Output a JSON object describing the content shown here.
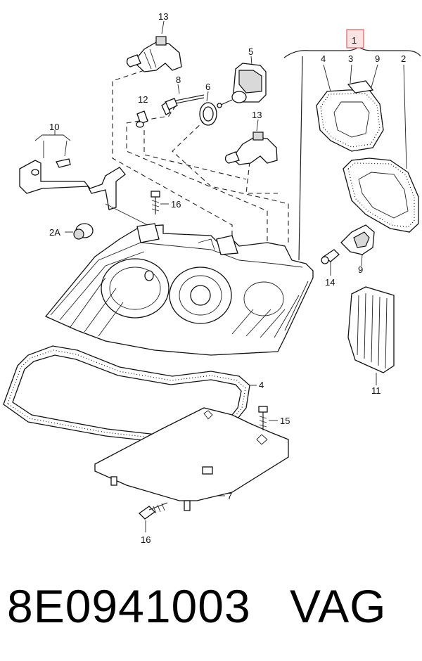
{
  "diagram": {
    "callouts": {
      "c1": "1",
      "c2": "2",
      "c2a": "2A",
      "c3": "3",
      "c4_top": "4",
      "c4": "4",
      "c5": "5",
      "c6": "6",
      "c7": "7",
      "c8": "8",
      "c9_top": "9",
      "c9": "9",
      "c10": "10",
      "c11": "11",
      "c12": "12",
      "c13_top": "13",
      "c13": "13",
      "c14": "14",
      "c15": "15",
      "c16_top": "16",
      "c16": "16"
    },
    "highlight_color": "#e06060",
    "highlight_fill": "#fbe3e3"
  },
  "footer": {
    "part_number": "8E0941003",
    "brand": "VAG"
  }
}
